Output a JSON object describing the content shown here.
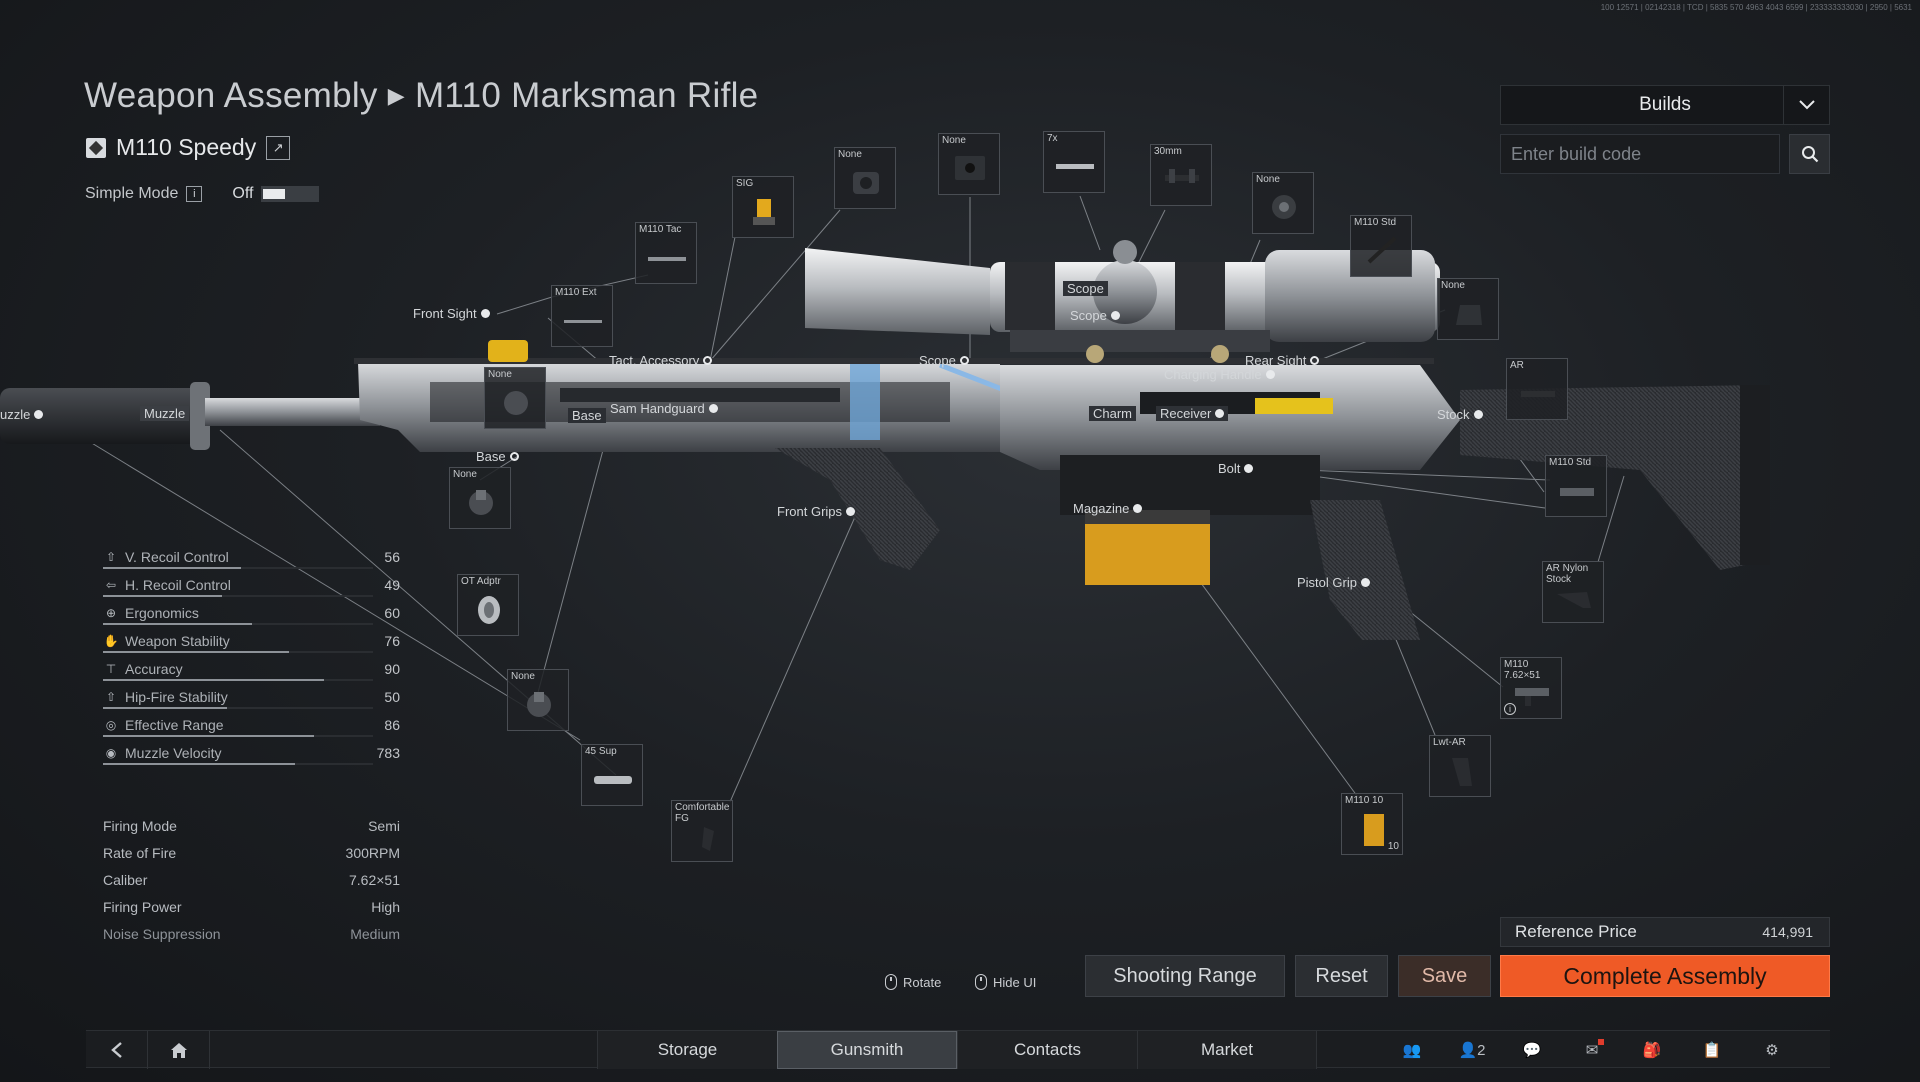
{
  "header": {
    "section": "Weapon Assembly",
    "weapon": "M110 Marksman Rifle",
    "build_name": "M110 Speedy",
    "simple_mode_label": "Simple Mode",
    "simple_mode_info": "i",
    "simple_mode_state": "Off"
  },
  "builds": {
    "label": "Builds",
    "code_placeholder": "Enter build code"
  },
  "corner_text": "100 12571 | 02142318 | TCD | 5835 570 4963 4043 6599 | 233333333030 | 2950 | 5631",
  "stats": [
    {
      "label": "V. Recoil Control",
      "value": "56",
      "icon": "arrow-up-icon"
    },
    {
      "label": "H. Recoil Control",
      "value": "49",
      "icon": "arrow-left-icon"
    },
    {
      "label": "Ergonomics",
      "value": "60",
      "icon": "crosshair-icon"
    },
    {
      "label": "Weapon Stability",
      "value": "76",
      "icon": "hand-icon"
    },
    {
      "label": "Accuracy",
      "value": "90",
      "icon": "target-icon"
    },
    {
      "label": "Hip-Fire Stability",
      "value": "50",
      "icon": "arrow-up-icon"
    },
    {
      "label": "Effective Range",
      "value": "86",
      "icon": "range-icon"
    },
    {
      "label": "Muzzle Velocity",
      "value": "783",
      "icon": "velocity-icon"
    }
  ],
  "stat_fill_fraction": [
    0.51,
    0.44,
    0.55,
    0.69,
    0.82,
    0.46,
    0.78,
    0.71
  ],
  "properties": [
    {
      "label": "Firing Mode",
      "value": "Semi"
    },
    {
      "label": "Rate of Fire",
      "value": "300RPM"
    },
    {
      "label": "Caliber",
      "value": "7.62×51"
    },
    {
      "label": "Firing Power",
      "value": "High"
    },
    {
      "label": "Noise Suppression",
      "value": "Medium"
    }
  ],
  "callouts": {
    "front_sight": "Front Sight",
    "tact_accessory": "Tact. Accessory",
    "scope_rail": "Scope",
    "scope_a": "Scope",
    "scope_b": "Scope",
    "rear_sight": "Rear Sight",
    "charging_handle": "Charging Handle",
    "muzzle": "Muzzle",
    "base_a": "Base",
    "handguard": "Sam Handguard",
    "charm": "Charm",
    "receiver": "Receiver",
    "stock": "Stock",
    "base_b": "Base",
    "bolt": "Bolt",
    "magazine": "Magazine",
    "front_grips": "Front Grips",
    "pistol_grip": "Pistol Grip"
  },
  "attachments": {
    "sig": "SIG",
    "none1": "None",
    "none2": "None",
    "seven_x": "7x",
    "thirty_mm": "30mm",
    "none3": "None",
    "m110_tac": "M110 Tac",
    "m110_std_top": "M110 Std",
    "m110_ext": "M110 Ext",
    "none4": "None",
    "none_base": "None",
    "ar": "AR",
    "none5": "None",
    "m110_std_stock": "M110 Std",
    "ot_adptr": "OT Adptr",
    "ar_nylon": "AR Nylon Stock",
    "none6": "None",
    "m110_762": "M110 7.62×51",
    "sup": "45 Sup",
    "lwt_ar": "Lwt-AR",
    "comfortable_fg": "Comfortable FG",
    "m110_10": "M110 10",
    "m110_10_count": "10"
  },
  "hints": {
    "rotate": "Rotate",
    "hide_ui": "Hide UI"
  },
  "buttons": {
    "shooting_range": "Shooting Range",
    "reset": "Reset",
    "save": "Save",
    "complete": "Complete Assembly"
  },
  "reference_price": {
    "label": "Reference Price",
    "value": "414,991"
  },
  "tabs": [
    "Storage",
    "Gunsmith",
    "Contacts",
    "Market"
  ],
  "active_tab": "Gunsmith",
  "colors": {
    "accent": "#ef5a26",
    "background": "#1d2024",
    "tab_active": "#3a3e43"
  }
}
